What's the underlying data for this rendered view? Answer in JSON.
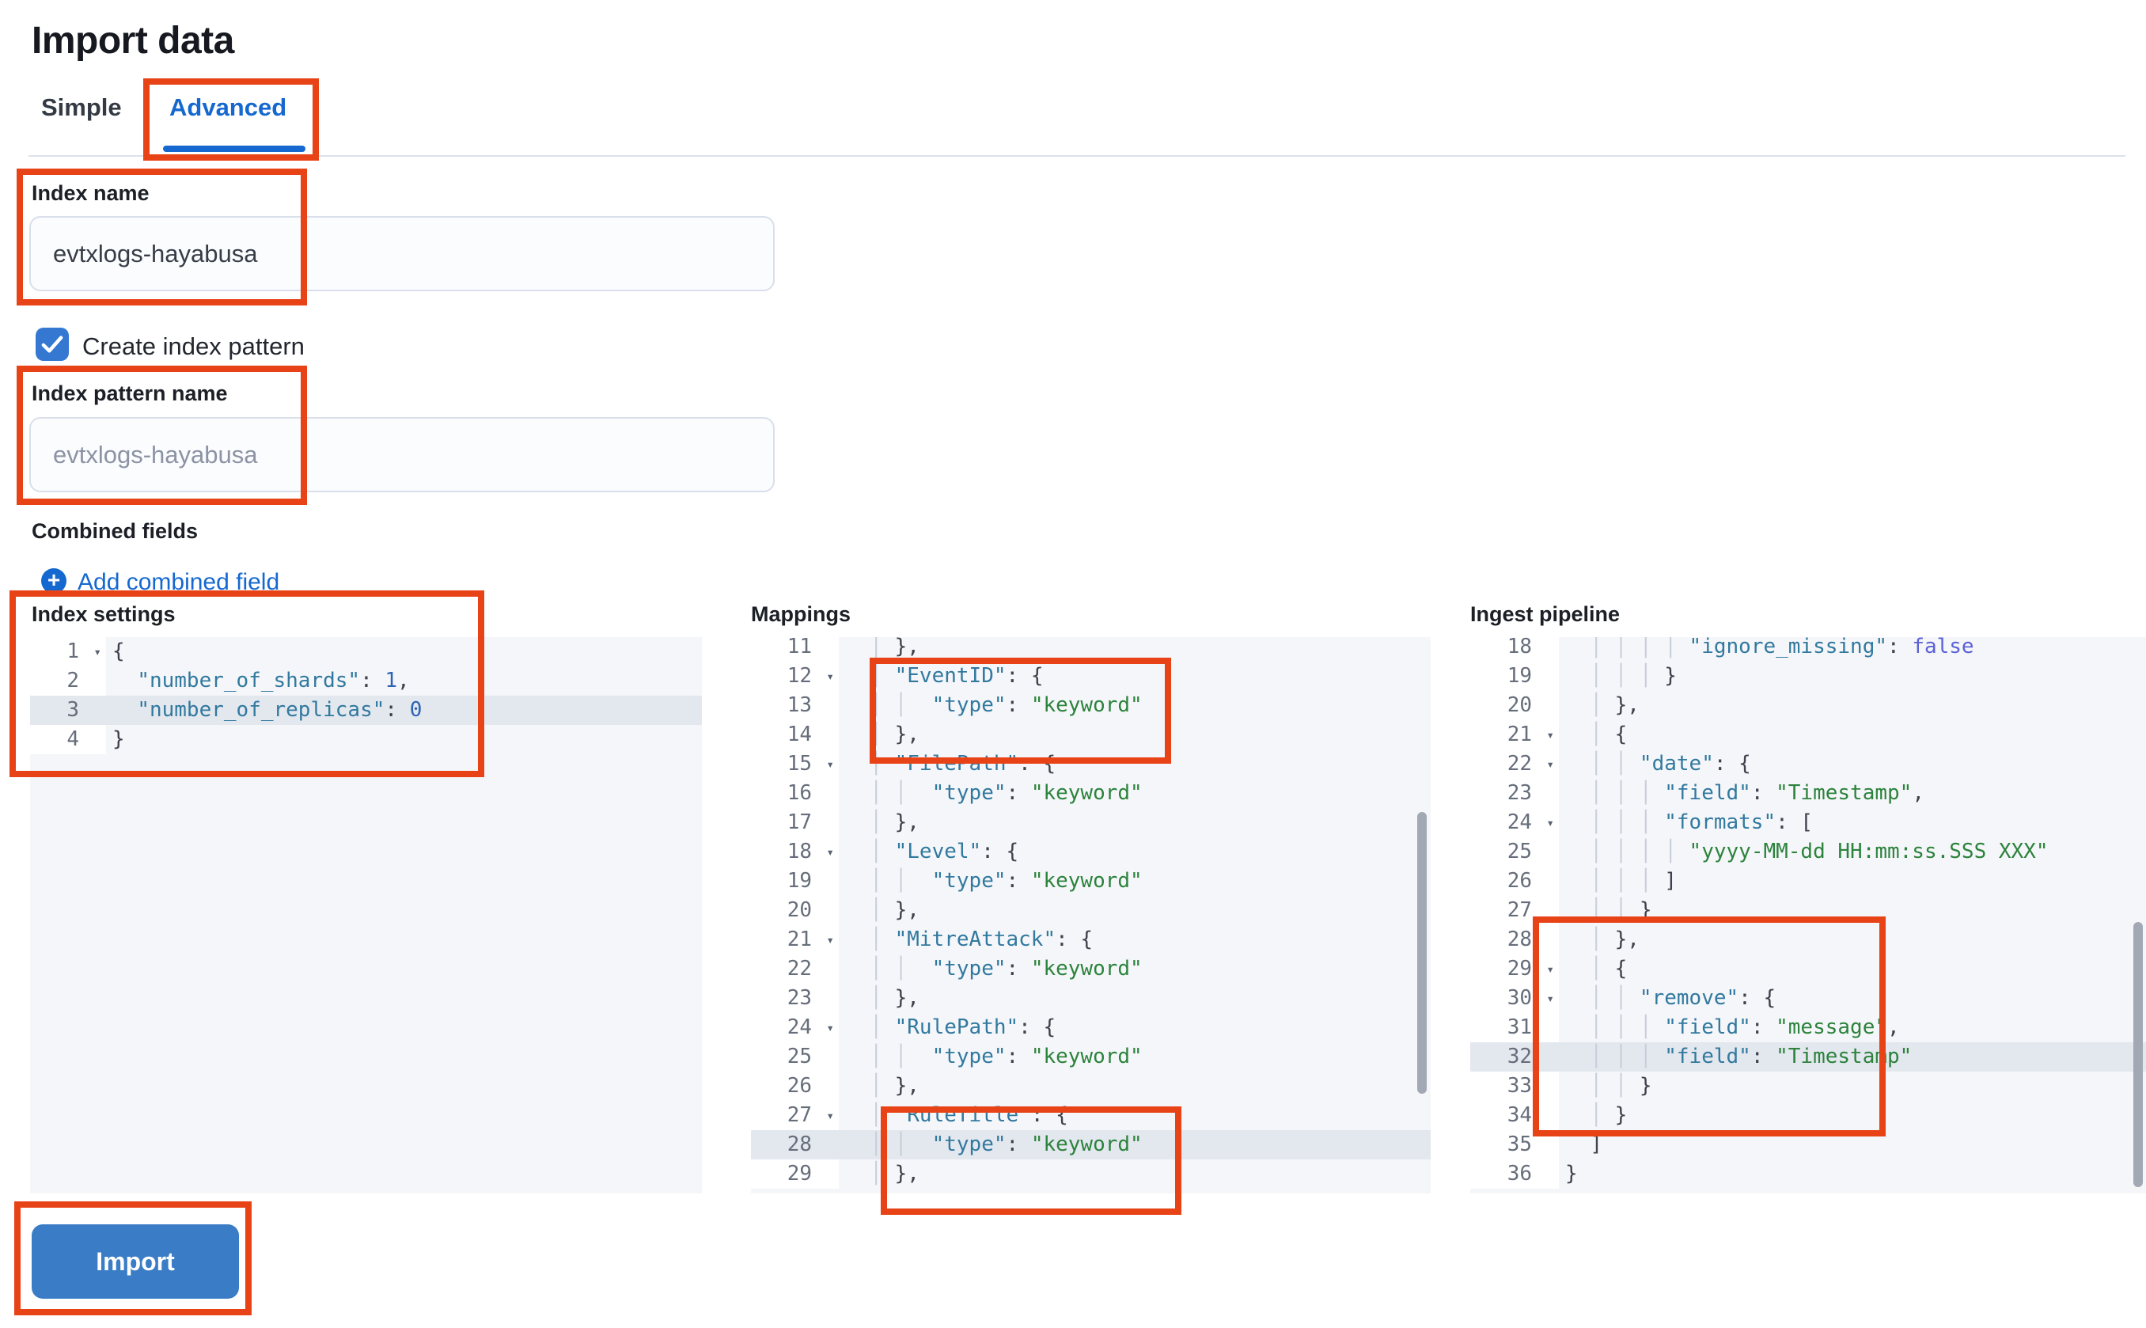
{
  "page": {
    "title": "Import data"
  },
  "tabs": {
    "simple": "Simple",
    "advanced": "Advanced"
  },
  "form": {
    "index_name": {
      "label": "Index name",
      "value": "evtxlogs-hayabusa"
    },
    "create_index_pattern": {
      "label": "Create index pattern",
      "checked": true
    },
    "index_pattern_name": {
      "label": "Index pattern name",
      "placeholder": "evtxlogs-hayabusa"
    },
    "combined_fields": {
      "label": "Combined fields",
      "add_link": "Add combined field"
    }
  },
  "actions": {
    "import_label": "Import"
  },
  "colors": {
    "accent_blue": "#1568cf",
    "annotation_red": "#e84317",
    "button_blue": "#3a7dc6",
    "checkbox_blue": "#3478d2",
    "code_key": "#31799f",
    "code_string": "#2c833c",
    "code_number": "#2d62b5",
    "code_boolean": "#5b61d6",
    "editor_bg": "#f5f6f9",
    "active_line_bg": "#e3e7ee"
  },
  "editors": [
    {
      "id": "index-settings",
      "label": "Index settings",
      "lines": [
        {
          "n": 1,
          "fold": true,
          "hl": false,
          "tokens": [
            [
              "p",
              "{"
            ]
          ]
        },
        {
          "n": 2,
          "fold": false,
          "hl": false,
          "tokens": [
            [
              "p",
              "  "
            ],
            [
              "k",
              "\"number_of_shards\""
            ],
            [
              "p",
              ": "
            ],
            [
              "n",
              "1"
            ],
            [
              "p",
              ","
            ]
          ]
        },
        {
          "n": 3,
          "fold": false,
          "hl": true,
          "tokens": [
            [
              "p",
              "  "
            ],
            [
              "k",
              "\"number_of_replicas\""
            ],
            [
              "p",
              ": "
            ],
            [
              "n",
              "0"
            ]
          ]
        },
        {
          "n": 4,
          "fold": false,
          "hl": false,
          "tokens": [
            [
              "p",
              "}"
            ]
          ]
        }
      ]
    },
    {
      "id": "mappings",
      "label": "Mappings",
      "lines": [
        {
          "n": 11,
          "fold": false,
          "hl": false,
          "tokens": [
            [
              "g",
              "  │ "
            ],
            [
              "p",
              "},"
            ]
          ]
        },
        {
          "n": 12,
          "fold": true,
          "hl": false,
          "tokens": [
            [
              "g",
              "  │ "
            ],
            [
              "k",
              "\"EventID\""
            ],
            [
              "p",
              ": {"
            ]
          ]
        },
        {
          "n": 13,
          "fold": false,
          "hl": false,
          "tokens": [
            [
              "g",
              "  │ │  "
            ],
            [
              "k",
              "\"type\""
            ],
            [
              "p",
              ": "
            ],
            [
              "s",
              "\"keyword\""
            ]
          ]
        },
        {
          "n": 14,
          "fold": false,
          "hl": false,
          "tokens": [
            [
              "g",
              "  │ "
            ],
            [
              "p",
              "},"
            ]
          ]
        },
        {
          "n": 15,
          "fold": true,
          "hl": false,
          "tokens": [
            [
              "g",
              "  │ "
            ],
            [
              "k",
              "\"FilePath\""
            ],
            [
              "p",
              ": {"
            ]
          ]
        },
        {
          "n": 16,
          "fold": false,
          "hl": false,
          "tokens": [
            [
              "g",
              "  │ │  "
            ],
            [
              "k",
              "\"type\""
            ],
            [
              "p",
              ": "
            ],
            [
              "s",
              "\"keyword\""
            ]
          ]
        },
        {
          "n": 17,
          "fold": false,
          "hl": false,
          "tokens": [
            [
              "g",
              "  │ "
            ],
            [
              "p",
              "},"
            ]
          ]
        },
        {
          "n": 18,
          "fold": true,
          "hl": false,
          "tokens": [
            [
              "g",
              "  │ "
            ],
            [
              "k",
              "\"Level\""
            ],
            [
              "p",
              ": {"
            ]
          ]
        },
        {
          "n": 19,
          "fold": false,
          "hl": false,
          "tokens": [
            [
              "g",
              "  │ │  "
            ],
            [
              "k",
              "\"type\""
            ],
            [
              "p",
              ": "
            ],
            [
              "s",
              "\"keyword\""
            ]
          ]
        },
        {
          "n": 20,
          "fold": false,
          "hl": false,
          "tokens": [
            [
              "g",
              "  │ "
            ],
            [
              "p",
              "},"
            ]
          ]
        },
        {
          "n": 21,
          "fold": true,
          "hl": false,
          "tokens": [
            [
              "g",
              "  │ "
            ],
            [
              "k",
              "\"MitreAttack\""
            ],
            [
              "p",
              ": {"
            ]
          ]
        },
        {
          "n": 22,
          "fold": false,
          "hl": false,
          "tokens": [
            [
              "g",
              "  │ │  "
            ],
            [
              "k",
              "\"type\""
            ],
            [
              "p",
              ": "
            ],
            [
              "s",
              "\"keyword\""
            ]
          ]
        },
        {
          "n": 23,
          "fold": false,
          "hl": false,
          "tokens": [
            [
              "g",
              "  │ "
            ],
            [
              "p",
              "},"
            ]
          ]
        },
        {
          "n": 24,
          "fold": true,
          "hl": false,
          "tokens": [
            [
              "g",
              "  │ "
            ],
            [
              "k",
              "\"RulePath\""
            ],
            [
              "p",
              ": {"
            ]
          ]
        },
        {
          "n": 25,
          "fold": false,
          "hl": false,
          "tokens": [
            [
              "g",
              "  │ │  "
            ],
            [
              "k",
              "\"type\""
            ],
            [
              "p",
              ": "
            ],
            [
              "s",
              "\"keyword\""
            ]
          ]
        },
        {
          "n": 26,
          "fold": false,
          "hl": false,
          "tokens": [
            [
              "g",
              "  │ "
            ],
            [
              "p",
              "},"
            ]
          ]
        },
        {
          "n": 27,
          "fold": true,
          "hl": false,
          "tokens": [
            [
              "g",
              "  │ "
            ],
            [
              "k",
              "\"RuleTitle\""
            ],
            [
              "p",
              ": {"
            ]
          ]
        },
        {
          "n": 28,
          "fold": false,
          "hl": true,
          "tokens": [
            [
              "g",
              "  │ │  "
            ],
            [
              "k",
              "\"type\""
            ],
            [
              "p",
              ": "
            ],
            [
              "s",
              "\"keyword\""
            ]
          ]
        },
        {
          "n": 29,
          "fold": false,
          "hl": false,
          "tokens": [
            [
              "g",
              "  │ "
            ],
            [
              "p",
              "},"
            ]
          ]
        }
      ]
    },
    {
      "id": "ingest-pipeline",
      "label": "Ingest pipeline",
      "lines": [
        {
          "n": 18,
          "fold": false,
          "hl": false,
          "tokens": [
            [
              "g",
              "  │ │ │ │ "
            ],
            [
              "k",
              "\"ignore_missing\""
            ],
            [
              "p",
              ": "
            ],
            [
              "b",
              "false"
            ]
          ]
        },
        {
          "n": 19,
          "fold": false,
          "hl": false,
          "tokens": [
            [
              "g",
              "  │ │ │ "
            ],
            [
              "p",
              "}"
            ]
          ]
        },
        {
          "n": 20,
          "fold": false,
          "hl": false,
          "tokens": [
            [
              "g",
              "  │ "
            ],
            [
              "p",
              "},"
            ]
          ]
        },
        {
          "n": 21,
          "fold": true,
          "hl": false,
          "tokens": [
            [
              "g",
              "  │ "
            ],
            [
              "p",
              "{"
            ]
          ]
        },
        {
          "n": 22,
          "fold": true,
          "hl": false,
          "tokens": [
            [
              "g",
              "  │ │ "
            ],
            [
              "k",
              "\"date\""
            ],
            [
              "p",
              ": {"
            ]
          ]
        },
        {
          "n": 23,
          "fold": false,
          "hl": false,
          "tokens": [
            [
              "g",
              "  │ │ │ "
            ],
            [
              "k",
              "\"field\""
            ],
            [
              "p",
              ": "
            ],
            [
              "s",
              "\"Timestamp\""
            ],
            [
              "p",
              ","
            ]
          ]
        },
        {
          "n": 24,
          "fold": true,
          "hl": false,
          "tokens": [
            [
              "g",
              "  │ │ │ "
            ],
            [
              "k",
              "\"formats\""
            ],
            [
              "p",
              ": ["
            ]
          ]
        },
        {
          "n": 25,
          "fold": false,
          "hl": false,
          "tokens": [
            [
              "g",
              "  │ │ │ │ "
            ],
            [
              "s",
              "\"yyyy-MM-dd HH:mm:ss.SSS XXX\""
            ]
          ]
        },
        {
          "n": 26,
          "fold": false,
          "hl": false,
          "tokens": [
            [
              "g",
              "  │ │ │ "
            ],
            [
              "p",
              "]"
            ]
          ]
        },
        {
          "n": 27,
          "fold": false,
          "hl": false,
          "tokens": [
            [
              "g",
              "  │ │ "
            ],
            [
              "p",
              "}"
            ]
          ]
        },
        {
          "n": 28,
          "fold": false,
          "hl": false,
          "tokens": [
            [
              "g",
              "  │ "
            ],
            [
              "p",
              "},"
            ]
          ]
        },
        {
          "n": 29,
          "fold": true,
          "hl": false,
          "tokens": [
            [
              "g",
              "  │ "
            ],
            [
              "p",
              "{"
            ]
          ]
        },
        {
          "n": 30,
          "fold": true,
          "hl": false,
          "tokens": [
            [
              "g",
              "  │ │ "
            ],
            [
              "k",
              "\"remove\""
            ],
            [
              "p",
              ": {"
            ]
          ]
        },
        {
          "n": 31,
          "fold": false,
          "hl": false,
          "tokens": [
            [
              "g",
              "  │ │ │ "
            ],
            [
              "k",
              "\"field\""
            ],
            [
              "p",
              ": "
            ],
            [
              "s",
              "\"message\""
            ],
            [
              "p",
              ","
            ]
          ]
        },
        {
          "n": 32,
          "fold": false,
          "hl": true,
          "tokens": [
            [
              "g",
              "  │ │ │ "
            ],
            [
              "k",
              "\"field\""
            ],
            [
              "p",
              ": "
            ],
            [
              "s",
              "\"Timestamp\""
            ]
          ]
        },
        {
          "n": 33,
          "fold": false,
          "hl": false,
          "tokens": [
            [
              "g",
              "  │ │ "
            ],
            [
              "p",
              "}"
            ]
          ]
        },
        {
          "n": 34,
          "fold": false,
          "hl": false,
          "tokens": [
            [
              "g",
              "  │ "
            ],
            [
              "p",
              "}"
            ]
          ]
        },
        {
          "n": 35,
          "fold": false,
          "hl": false,
          "tokens": [
            [
              "g",
              "  "
            ],
            [
              "p",
              "]"
            ]
          ]
        },
        {
          "n": 36,
          "fold": false,
          "hl": false,
          "tokens": [
            [
              "p",
              "}"
            ]
          ]
        }
      ]
    }
  ]
}
